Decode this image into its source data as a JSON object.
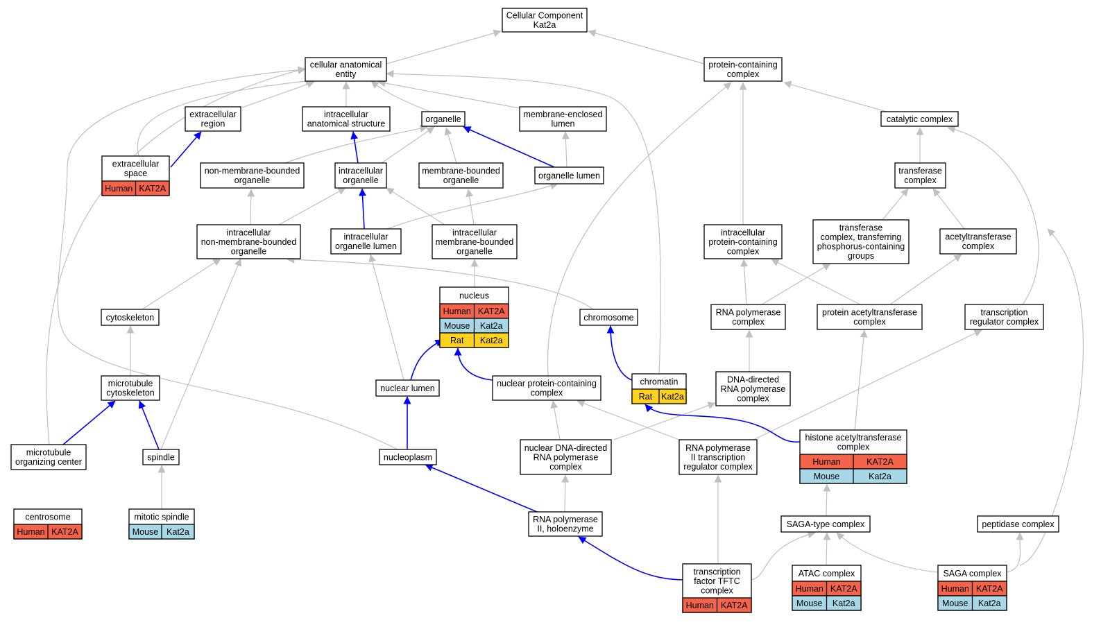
{
  "colors": {
    "human": "#f4634a",
    "mouse": "#a8d8e8",
    "rat": "#ffd21e",
    "edge_gray": "#c0c0c0",
    "edge_blue": "#0000ff"
  },
  "nodes": [
    {
      "id": "root",
      "lines": [
        "Cellular Component",
        "Kat2a"
      ]
    },
    {
      "id": "cae",
      "lines": [
        "cellular anatomical",
        "entity"
      ]
    },
    {
      "id": "pcc",
      "lines": [
        "protein-containing",
        "complex"
      ]
    },
    {
      "id": "exreg",
      "lines": [
        "extracellular",
        "region"
      ]
    },
    {
      "id": "ias",
      "lines": [
        "intracellular",
        "anatomical structure"
      ]
    },
    {
      "id": "organelle",
      "lines": [
        "organelle"
      ]
    },
    {
      "id": "mel",
      "lines": [
        "membrane-enclosed",
        "lumen"
      ]
    },
    {
      "id": "catc",
      "lines": [
        "catalytic complex"
      ]
    },
    {
      "id": "exspace",
      "lines": [
        "extracellular",
        "space"
      ],
      "rows": [
        [
          "Human",
          "KAT2A"
        ]
      ]
    },
    {
      "id": "nmbo",
      "lines": [
        "non-membrane-bounded",
        "organelle"
      ]
    },
    {
      "id": "io",
      "lines": [
        "intracellular",
        "organelle"
      ]
    },
    {
      "id": "mbo",
      "lines": [
        "membrane-bounded",
        "organelle"
      ]
    },
    {
      "id": "ol",
      "lines": [
        "organelle lumen"
      ]
    },
    {
      "id": "tc",
      "lines": [
        "transferase",
        "complex"
      ]
    },
    {
      "id": "inmbo",
      "lines": [
        "intracellular",
        "non-membrane-bounded",
        "organelle"
      ]
    },
    {
      "id": "iol",
      "lines": [
        "intracellular",
        "organelle lumen"
      ]
    },
    {
      "id": "imbo",
      "lines": [
        "intracellular",
        "membrane-bounded",
        "organelle"
      ]
    },
    {
      "id": "ipcc",
      "lines": [
        "intracellular",
        "protein-containing",
        "complex"
      ]
    },
    {
      "id": "tctp",
      "lines": [
        "transferase",
        "complex, transferring",
        "phosphorus-containing",
        "groups"
      ]
    },
    {
      "id": "atc",
      "lines": [
        "acetyltransferase",
        "complex"
      ]
    },
    {
      "id": "nucleus",
      "lines": [
        "nucleus"
      ],
      "rows": [
        [
          "Human",
          "KAT2A"
        ],
        [
          "Mouse",
          "Kat2a"
        ],
        [
          "Rat",
          "Kat2a"
        ]
      ]
    },
    {
      "id": "cytosk",
      "lines": [
        "cytoskeleton"
      ]
    },
    {
      "id": "chromosome",
      "lines": [
        "chromosome"
      ]
    },
    {
      "id": "rnapc",
      "lines": [
        "RNA polymerase",
        "complex"
      ]
    },
    {
      "id": "pac",
      "lines": [
        "protein acetyltransferase",
        "complex"
      ]
    },
    {
      "id": "trc",
      "lines": [
        "transcription",
        "regulator complex"
      ]
    },
    {
      "id": "mtc",
      "lines": [
        "microtubule",
        "cytoskeleton"
      ]
    },
    {
      "id": "nl",
      "lines": [
        "nuclear lumen"
      ]
    },
    {
      "id": "npcc",
      "lines": [
        "nuclear protein-containing",
        "complex"
      ]
    },
    {
      "id": "chromatin",
      "lines": [
        "chromatin"
      ],
      "rows": [
        [
          "Rat",
          "Kat2a"
        ]
      ]
    },
    {
      "id": "ddrnap",
      "lines": [
        "DNA-directed",
        "RNA polymerase",
        "complex"
      ]
    },
    {
      "id": "hac",
      "lines": [
        "histone acetyltransferase",
        "complex"
      ],
      "rows": [
        [
          "Human",
          "KAT2A"
        ],
        [
          "Mouse",
          "Kat2a"
        ]
      ]
    },
    {
      "id": "moc",
      "lines": [
        "microtubule",
        "organizing center"
      ]
    },
    {
      "id": "spindle",
      "lines": [
        "spindle"
      ]
    },
    {
      "id": "nucleoplasm",
      "lines": [
        "nucleoplasm"
      ]
    },
    {
      "id": "nddrnap",
      "lines": [
        "nuclear DNA-directed",
        "RNA polymerase",
        "complex"
      ]
    },
    {
      "id": "rnap2trc",
      "lines": [
        "RNA polymerase",
        "II transcription",
        "regulator complex"
      ]
    },
    {
      "id": "centrosome",
      "lines": [
        "centrosome"
      ],
      "rows": [
        [
          "Human",
          "KAT2A"
        ]
      ]
    },
    {
      "id": "mitspindle",
      "lines": [
        "mitotic spindle"
      ],
      "rows": [
        [
          "Mouse",
          "Kat2a"
        ]
      ]
    },
    {
      "id": "rnap2holo",
      "lines": [
        "RNA polymerase",
        "II, holoenzyme"
      ]
    },
    {
      "id": "saga_type",
      "lines": [
        "SAGA-type complex"
      ]
    },
    {
      "id": "peptidase",
      "lines": [
        "peptidase complex"
      ]
    },
    {
      "id": "tftc",
      "lines": [
        "transcription",
        "factor TFTC",
        "complex"
      ],
      "rows": [
        [
          "Human",
          "KAT2A"
        ]
      ]
    },
    {
      "id": "atac",
      "lines": [
        "ATAC complex"
      ],
      "rows": [
        [
          "Human",
          "KAT2A"
        ],
        [
          "Mouse",
          "Kat2a"
        ]
      ]
    },
    {
      "id": "saga",
      "lines": [
        "SAGA complex"
      ],
      "rows": [
        [
          "Human",
          "KAT2A"
        ],
        [
          "Mouse",
          "Kat2a"
        ]
      ]
    }
  ]
}
